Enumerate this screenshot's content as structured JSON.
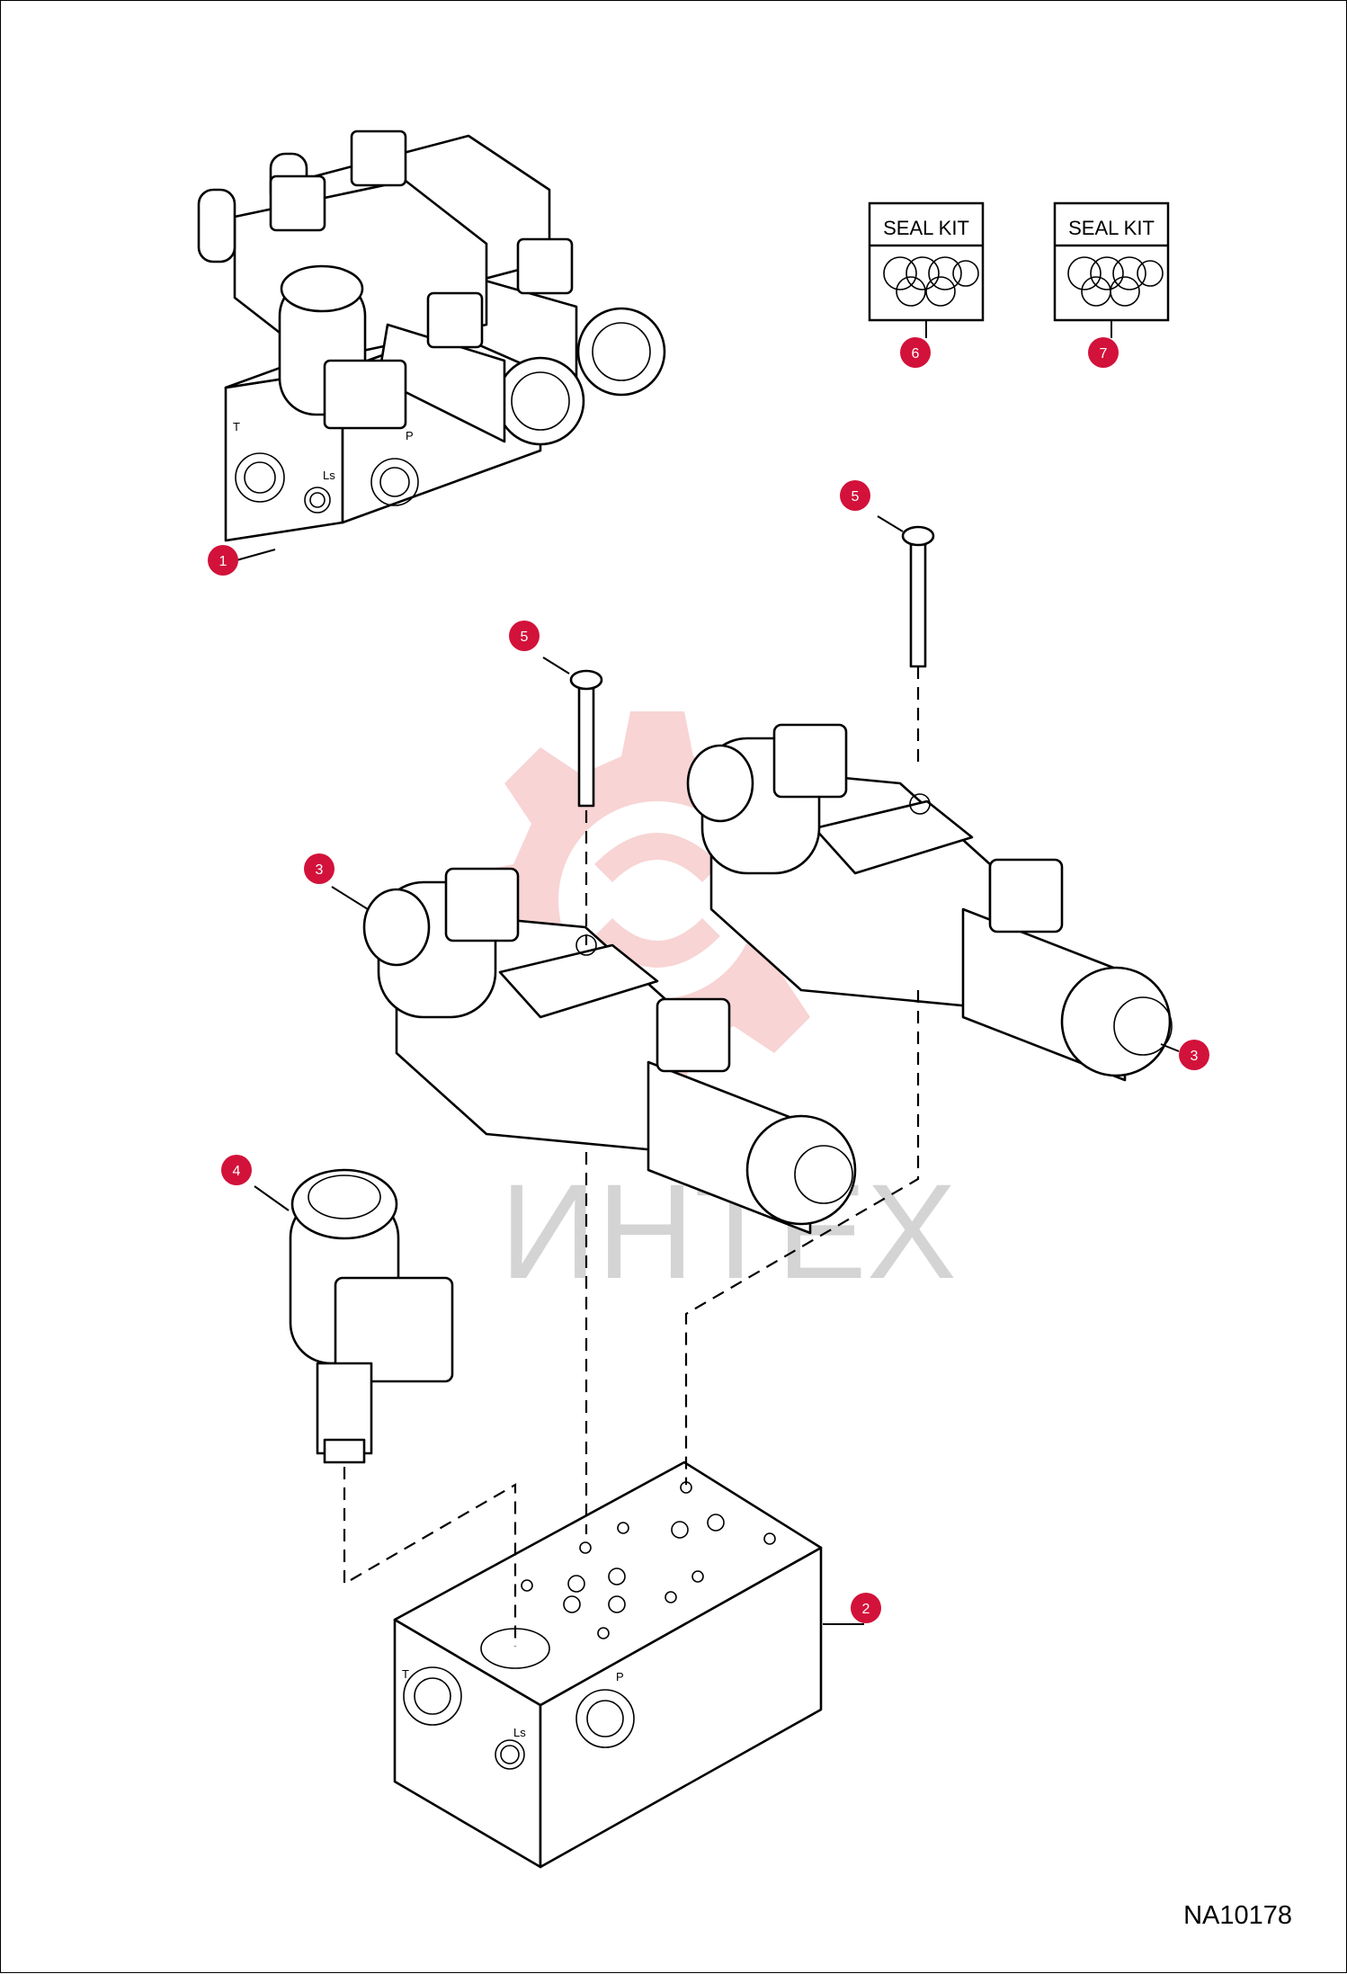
{
  "drawing_code": "NA10178",
  "watermark": "ИНТЕХ",
  "seal_kit_label": "SEAL KIT",
  "port_labels": {
    "t": "T",
    "ls": "Ls",
    "p": "P"
  },
  "callouts": [
    {
      "id": "1"
    },
    {
      "id": "2"
    },
    {
      "id": "3"
    },
    {
      "id": "3"
    },
    {
      "id": "4"
    },
    {
      "id": "5"
    },
    {
      "id": "5"
    },
    {
      "id": "6"
    },
    {
      "id": "7"
    }
  ],
  "colors": {
    "badge": "#d2123a",
    "watermark": "#f4b8b8",
    "line": "#000000"
  }
}
